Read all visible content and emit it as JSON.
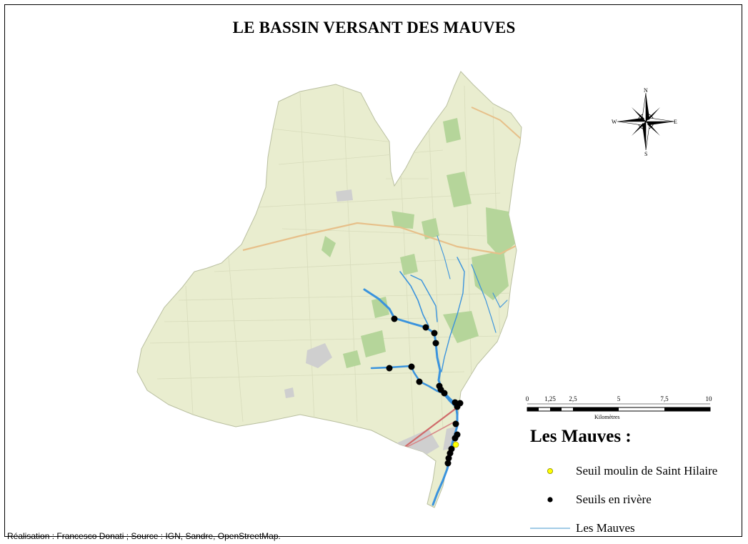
{
  "title": "LE BASSIN VERSANT DES MAUVES",
  "legend": {
    "title": "Les Mauves :",
    "items": [
      {
        "label": "Seuil moulin de Saint Hilaire",
        "symbol": "yellow-point",
        "color": "#ffff00"
      },
      {
        "label": "Seuils en rivère",
        "symbol": "black-point",
        "color": "#000000"
      },
      {
        "label": "Les Mauves",
        "symbol": "river-line",
        "color": "#6aaed6"
      }
    ]
  },
  "scale_bar": {
    "unit": "Kilomètres",
    "ticks": [
      "0",
      "1,25",
      "2,5",
      "5",
      "7,5",
      "10"
    ]
  },
  "north_arrow": {
    "n": "N",
    "s": "S",
    "e": "E",
    "w": "W"
  },
  "credit": "Réalisation : Francesco Donati ; Source : IGN, Sandre, OpenStreetMap.",
  "colors": {
    "basin_fill": "#e9edcf",
    "forest": "#b5d59a",
    "urban": "#cfcfcf",
    "river": "#3a93dd",
    "road_main": "#e7c08a",
    "rail": "#d06a6a"
  }
}
